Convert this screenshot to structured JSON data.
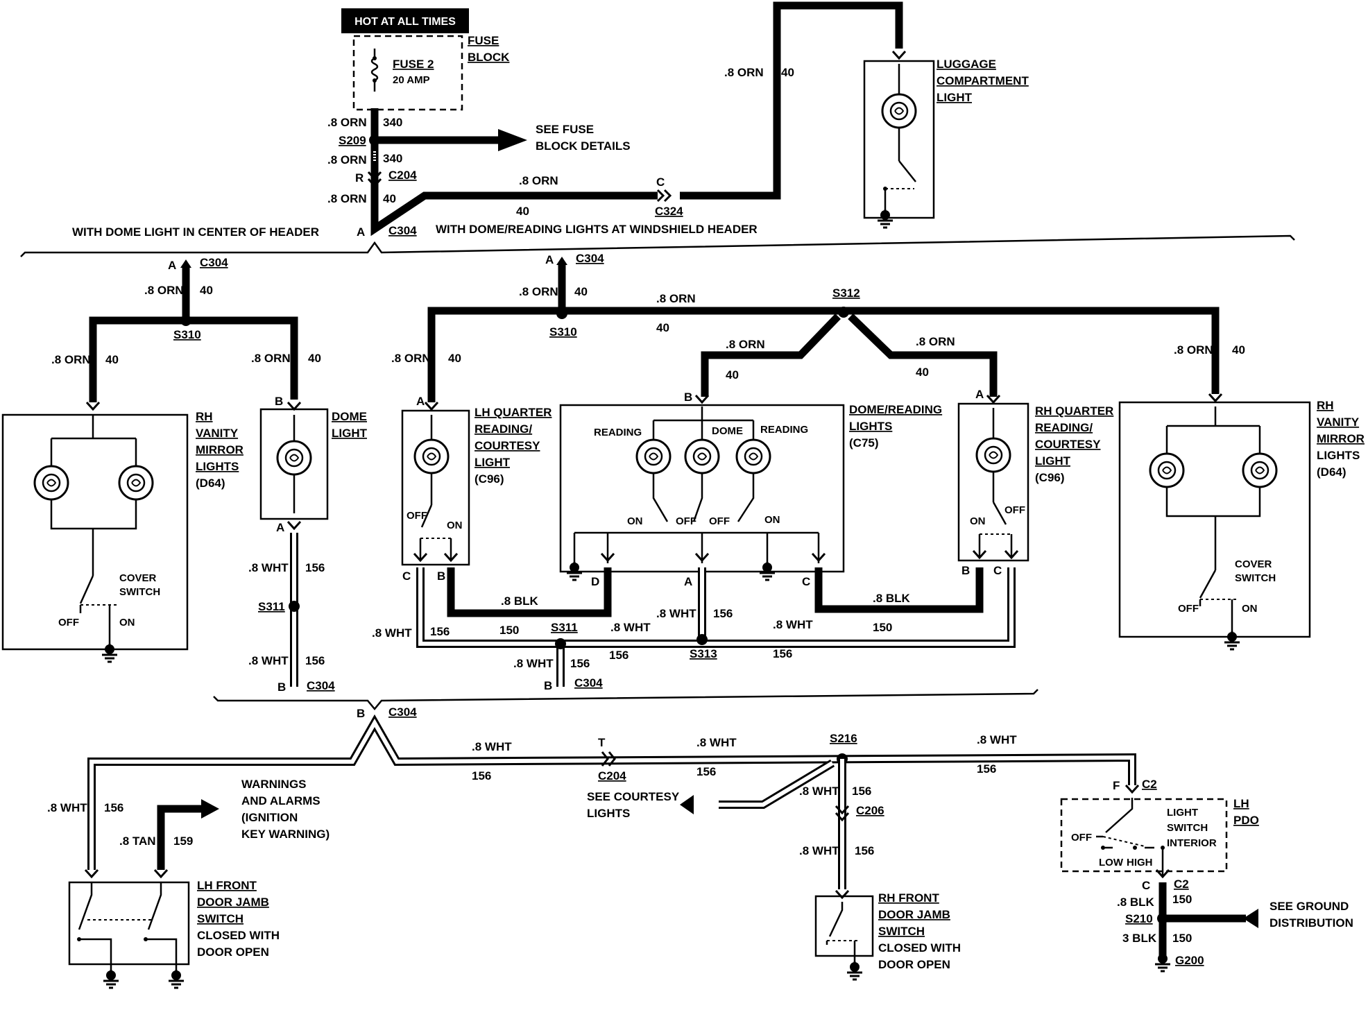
{
  "power": {
    "hot_label": "HOT AT ALL TIMES",
    "fuse_block": [
      "FUSE",
      "BLOCK"
    ],
    "fuse_name": "FUSE 2",
    "fuse_rating": "20 AMP",
    "see_fuse": [
      "SEE FUSE",
      "BLOCK DETAILS"
    ]
  },
  "wires": {
    "w8orn": ".8 ORN",
    "w8wht": ".8 WHT",
    "w8blk": ".8 BLK",
    "w8tan": ".8 TAN",
    "w3blk": "3 BLK",
    "c340": "340",
    "c40": "40",
    "c156": "156",
    "c150": "150",
    "c159": "159"
  },
  "connectors": {
    "s209": "S209",
    "c204": "C204",
    "c304": "C304",
    "c324": "C324",
    "s310": "S310",
    "s311": "S311",
    "s312": "S312",
    "s313": "S313",
    "s216": "S216",
    "c206": "C206",
    "c2": "C2",
    "s210": "S210",
    "g200": "G200",
    "pin_a": "A",
    "pin_b": "B",
    "pin_c": "C",
    "pin_d": "D",
    "pin_r": "R",
    "pin_t": "T",
    "pin_f": "F"
  },
  "sections": {
    "left": "WITH DOME LIGHT IN CENTER OF HEADER",
    "right": "WITH DOME/READING LIGHTS AT WINDSHIELD HEADER"
  },
  "components": {
    "luggage": [
      "LUGGAGE",
      "COMPARTMENT",
      "LIGHT"
    ],
    "rh_vanity": [
      "RH",
      "VANITY",
      "MIRROR",
      "LIGHTS",
      "(D64)"
    ],
    "dome": [
      "DOME",
      "LIGHT"
    ],
    "lh_quarter": [
      "LH QUARTER",
      "READING/",
      "COURTESY",
      "LIGHT",
      "(C96)"
    ],
    "dome_reading": [
      "DOME/READING",
      "LIGHTS",
      "(C75)"
    ],
    "rh_quarter": [
      "RH QUARTER",
      "READING/",
      "COURTESY",
      "LIGHT",
      "(C96)"
    ],
    "lh_front_jamb": [
      "LH FRONT",
      "DOOR JAMB",
      "SWITCH",
      "CLOSED WITH",
      "DOOR OPEN"
    ],
    "rh_front_jamb": [
      "RH FRONT",
      "DOOR JAMB",
      "SWITCH",
      "CLOSED WITH",
      "DOOR OPEN"
    ],
    "lh_pdo": [
      "LH",
      "PDO"
    ],
    "light_switch": [
      "LIGHT",
      "SWITCH",
      "INTERIOR"
    ],
    "warnings": [
      "WARNINGS",
      "AND ALARMS",
      "(IGNITION",
      "KEY WARNING)"
    ],
    "see_courtesy": [
      "SEE COURTESY",
      "LIGHTS"
    ],
    "see_ground": [
      "SEE GROUND",
      "DISTRIBUTION"
    ]
  },
  "switch_labels": {
    "cover": [
      "COVER",
      "SWITCH"
    ],
    "off": "OFF",
    "on": "ON",
    "low": "LOW",
    "high": "HIGH",
    "reading": "READING",
    "dome": "DOME"
  }
}
